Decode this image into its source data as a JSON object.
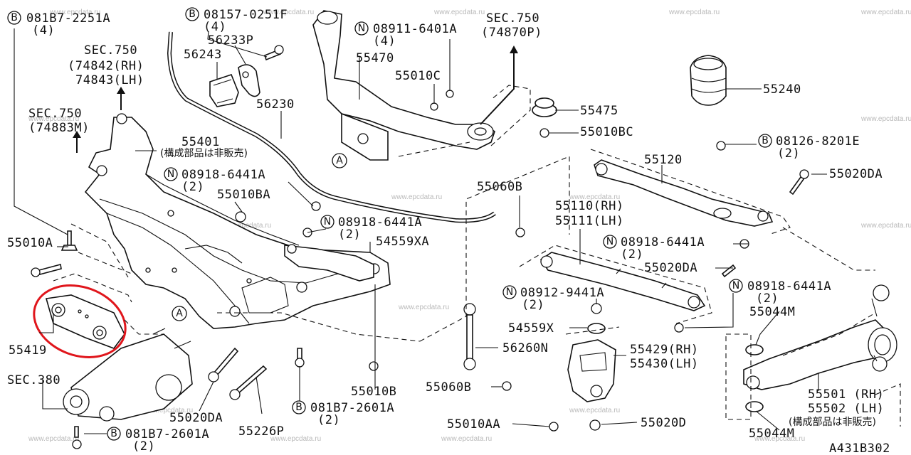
{
  "watermark": "www.epcdata.ru",
  "figure_code": "A431B302",
  "highlight_color": "#e0161c",
  "callouts": {
    "bolt_081B7_2251A": {
      "badge": "B",
      "code": "081B7-2251A",
      "qty": "(4)"
    },
    "bolt_08157_0251F": {
      "badge": "B",
      "code": "08157-0251F",
      "qty": "(4)"
    },
    "p56233P": "56233P",
    "p56243": "56243",
    "p56230": "56230",
    "sec750_74842": {
      "sec": "SEC.750",
      "rh": "(74842(RH)",
      "lh": "74843(LH)"
    },
    "sec750_74883M": {
      "sec": "SEC.750",
      "code": "(74883M)"
    },
    "p55401": "55401",
    "p55401_note": "(構成部品は非販売)",
    "nut_08918_6441A_1": {
      "badge": "N",
      "code": "08918-6441A",
      "qty": "(2)"
    },
    "p55010BA": "55010BA",
    "nut_08918_6441A_2": {
      "badge": "N",
      "code": "08918-6441A",
      "qty": "(2)"
    },
    "p54559XA": "54559XA",
    "p55010A": "55010A",
    "p55419": "55419",
    "sec380": "SEC.380",
    "p55020DA_1": "55020DA",
    "p55226P": "55226P",
    "bolt_081B7_2601A_1": {
      "badge": "B",
      "code": "081B7-2601A",
      "qty": "(2)"
    },
    "bolt_081B7_2601A_2": {
      "badge": "B",
      "code": "081B7-2601A",
      "qty": "(2)"
    },
    "p55010B": "55010B",
    "nut_08911_6401A": {
      "badge": "N",
      "code": "08911-6401A",
      "qty": "(4)"
    },
    "p55470": "55470",
    "p55010C": "55010C",
    "sec750_74870P": {
      "sec": "SEC.750",
      "code": "(74870P)"
    },
    "p55475": "55475",
    "p55010BC": "55010BC",
    "p55060B_1": "55060B",
    "p55240": "55240",
    "bolt_08126_8201E": {
      "badge": "B",
      "code": "08126-8201E",
      "qty": "(2)"
    },
    "p55120": "55120",
    "p55020DA_2": "55020DA",
    "p55110": {
      "rh": "55110(RH)",
      "lh": "55111(LH)"
    },
    "nut_08918_6441A_3": {
      "badge": "N",
      "code": "08918-6441A",
      "qty": "(2)"
    },
    "p55020DA_3": "55020DA",
    "nut_08918_6441A_4": {
      "badge": "N",
      "code": "08918-6441A",
      "qty": "(2)"
    },
    "nut_08912_9441A": {
      "badge": "N",
      "code": "08912-9441A",
      "qty": "(2)"
    },
    "p54559X": "54559X",
    "p56260N": "56260N",
    "p55060B_2": "55060B",
    "p55429": {
      "rh": "55429(RH)",
      "lh": "55430(LH)"
    },
    "p55044M_1": "55044M",
    "p55044M_2": "55044M",
    "p55501": {
      "rh": "55501 (RH)",
      "lh": "55502 (LH)",
      "note": "(構成部品は非販売)"
    },
    "p55010AA": "55010AA",
    "p55020D": "55020D",
    "ref_A": "A"
  }
}
